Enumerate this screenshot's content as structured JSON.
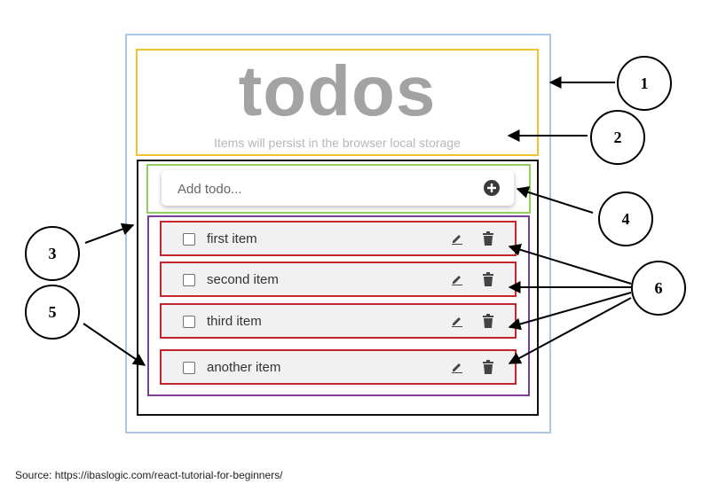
{
  "header": {
    "title": "todos",
    "subtitle": "Items will persist in the browser local storage"
  },
  "input": {
    "placeholder": "Add todo...",
    "add_icon": "plus-circle-icon"
  },
  "todos": [
    {
      "label": "first item",
      "checked": false
    },
    {
      "label": "second item",
      "checked": false
    },
    {
      "label": "third item",
      "checked": false
    },
    {
      "label": "another item",
      "checked": false
    }
  ],
  "item_icons": {
    "edit": "pencil-icon",
    "delete": "trash-icon"
  },
  "callouts": [
    "1",
    "2",
    "3",
    "4",
    "5",
    "6"
  ],
  "source": "Source: https://ibaslogic.com/react-tutorial-for-beginners/",
  "colors": {
    "app_frame": "#a9c7e8",
    "header_box": "#f2c12e",
    "container_box": "#111111",
    "input_box": "#93cf5f",
    "list_box": "#7a3d9b",
    "item_box": "#c0282d",
    "title_text": "#a3a3a3"
  }
}
